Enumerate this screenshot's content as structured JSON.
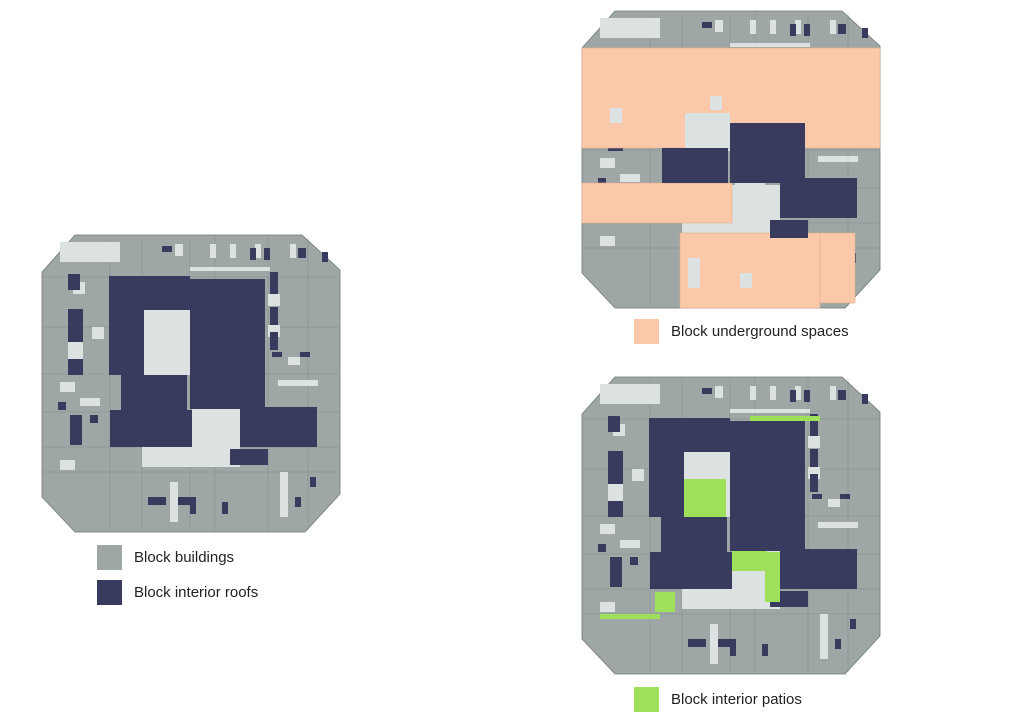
{
  "colors": {
    "buildings": "#9ea7a5",
    "interior_roofs": "#383a5e",
    "open_space": "#dce2e1",
    "underground": "#fbc9aa",
    "patios": "#9fe05b",
    "parcel_lines": "#6f7876"
  },
  "legend": {
    "buildings": "Block buildings",
    "interior_roofs": "Block interior roofs",
    "underground": "Block underground spaces",
    "patios": "Block interior patios"
  }
}
